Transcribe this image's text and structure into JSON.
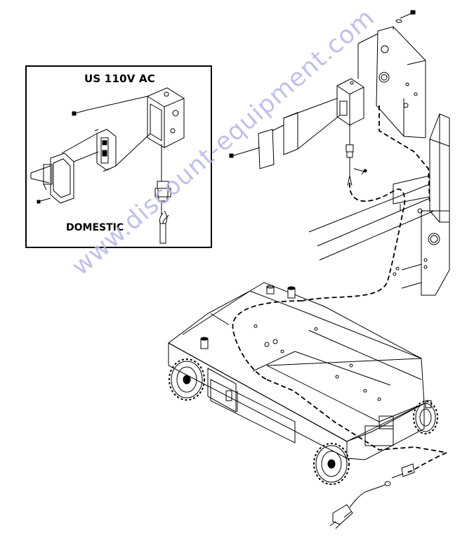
{
  "inset": {
    "title": "US 110V AC",
    "label": "DOMESTIC"
  },
  "watermark": {
    "text": "www.discount-equipment.com"
  },
  "colors": {
    "line": "#000000",
    "watermark": "#b6b6e6",
    "background": "#ffffff"
  }
}
